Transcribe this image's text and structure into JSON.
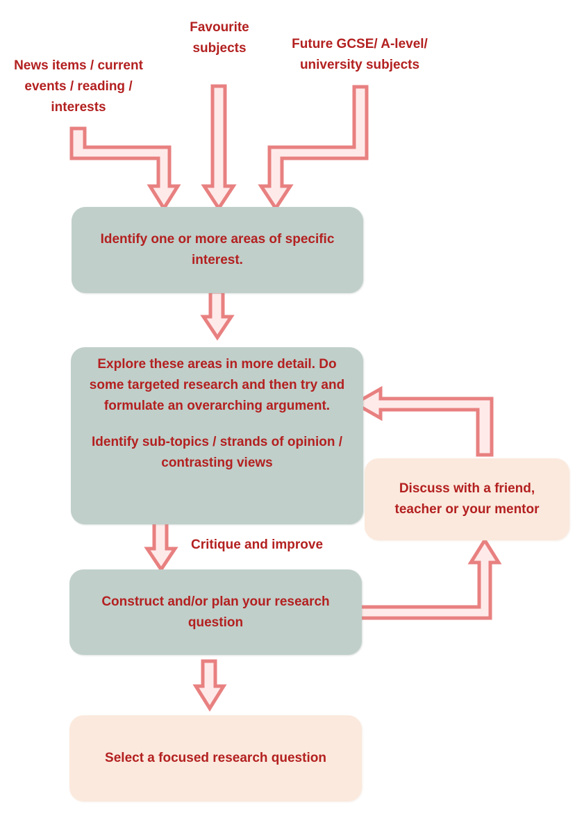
{
  "colors": {
    "text": "#b32020",
    "box_gray": "#c0cfca",
    "box_peach": "#fbe9dd",
    "arrow_stroke": "#e88080",
    "arrow_fill": "#ffeaea"
  },
  "sources": {
    "news": "News items / current\nevents  / reading  /\ninterests",
    "favourite": "Favourite\nsubjects",
    "future": "Future  GCSE/  A-level/\nuniversity  subjects"
  },
  "steps": {
    "identify": "Identify one or more areas of specific\ninterest.",
    "explore_1": "Explore these areas in more detail. Do\nsome targeted research and then try and\nformulate an overarching argument.",
    "explore_2": "Identify sub-topics / strands of opinion /\ncontrasting views",
    "construct": "Construct and/or plan your research\nquestion",
    "select": "Select a focused research question",
    "discuss": "Discuss with a friend,\nteacher or your mentor"
  },
  "annotations": {
    "critique": "Critique  and  improve"
  }
}
